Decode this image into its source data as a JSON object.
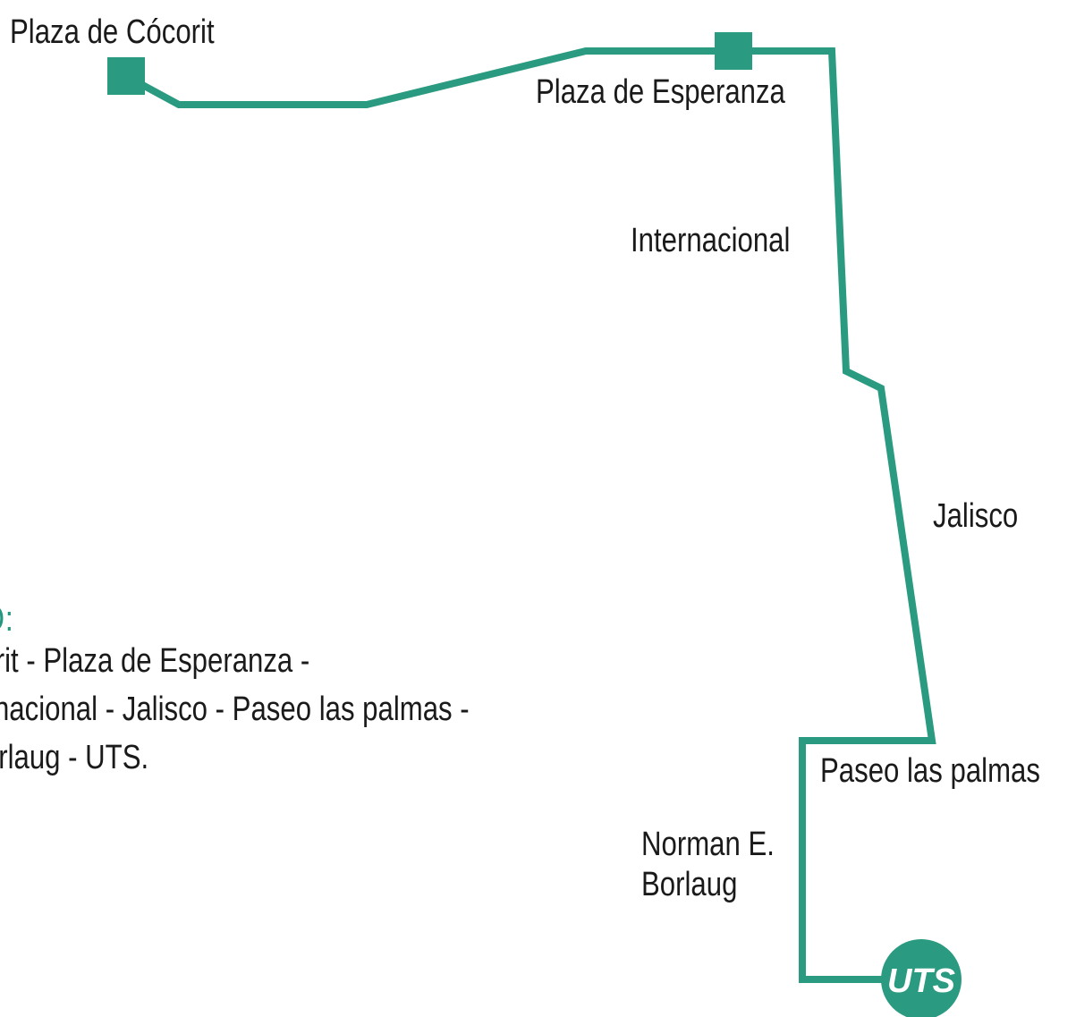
{
  "colors": {
    "route": "#2a9a80",
    "text": "#1a1a1a",
    "accent": "#25977f",
    "background": "#ffffff"
  },
  "stops": {
    "plaza_cocorit": "Plaza de Cócorit",
    "plaza_esperanza": "Plaza de Esperanza",
    "internacional": "Internacional",
    "jalisco": "Jalisco",
    "paseo_palmas": "Paseo las palmas",
    "norman_line1": "Norman E.",
    "norman_line2": "Borlaug"
  },
  "terminal_logo": {
    "text": "UTS",
    "icon": "uts-logo-icon"
  },
  "route_summary": {
    "heading": "RRIDO:",
    "lines": [
      "e Cócorit - Plaza de Esperanza -",
      "ra internacional - Jalisco - Paseo las palmas -",
      "n E. Borlaug - UTS."
    ]
  }
}
